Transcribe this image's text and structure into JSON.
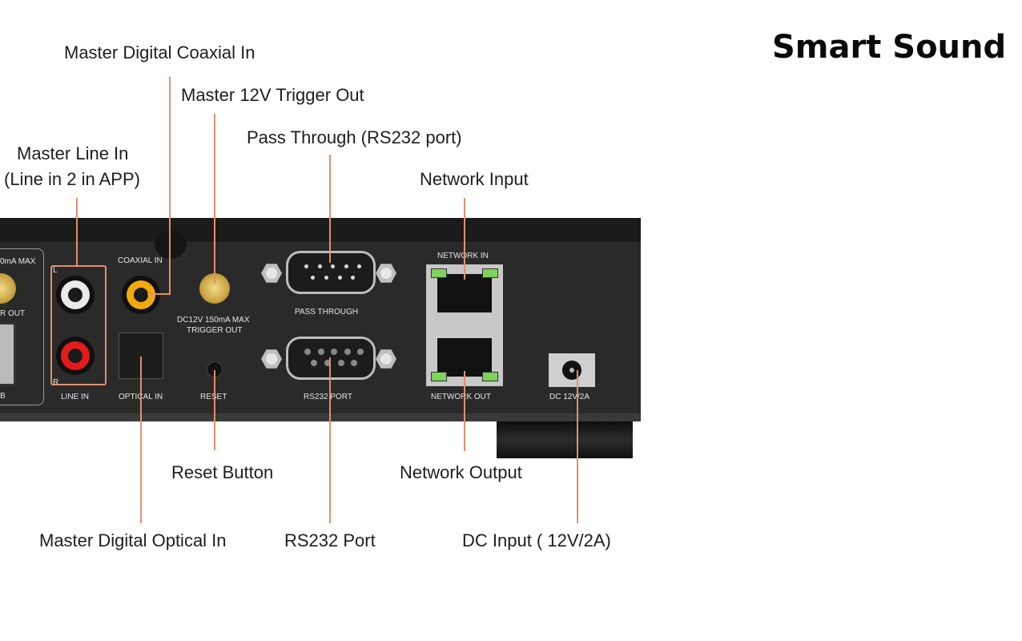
{
  "title": "Smart Sound",
  "callouts": {
    "coaxial_in": "Master Digital Coaxial In",
    "trigger_out": "Master 12V Trigger Out",
    "pass_through": "Pass Through (RS232 port)",
    "line_in_1": "Master Line In",
    "line_in_2": "(Line in 2 in APP)",
    "network_input": "Network Input",
    "reset": "Reset Button",
    "network_output": "Network Output",
    "optical_in": "Master Digital Optical In",
    "rs232": "RS232 Port",
    "dc_input": "DC Input ( 12V/2A)"
  },
  "panel_labels": {
    "ma_max_partial": "0mA MAX",
    "r_out_partial": "R OUT",
    "usb_partial": "B",
    "line_l": "L",
    "line_r": "R",
    "line_in": "LINE IN",
    "coaxial_in": "COAXIAL IN",
    "optical_in": "OPTICAL IN",
    "trigger_1": "DC12V 150mA MAX",
    "trigger_2": "TRIGGER OUT",
    "reset": "RESET",
    "pass_through": "PASS THROUGH",
    "rs232_port": "RS232 PORT",
    "network_in": "NETWORK IN",
    "network_out": "NETWORK OUT",
    "dc": "DC 12V/2A"
  },
  "colors": {
    "leader_line": "#e0906a",
    "panel": "#2a2a2b"
  }
}
